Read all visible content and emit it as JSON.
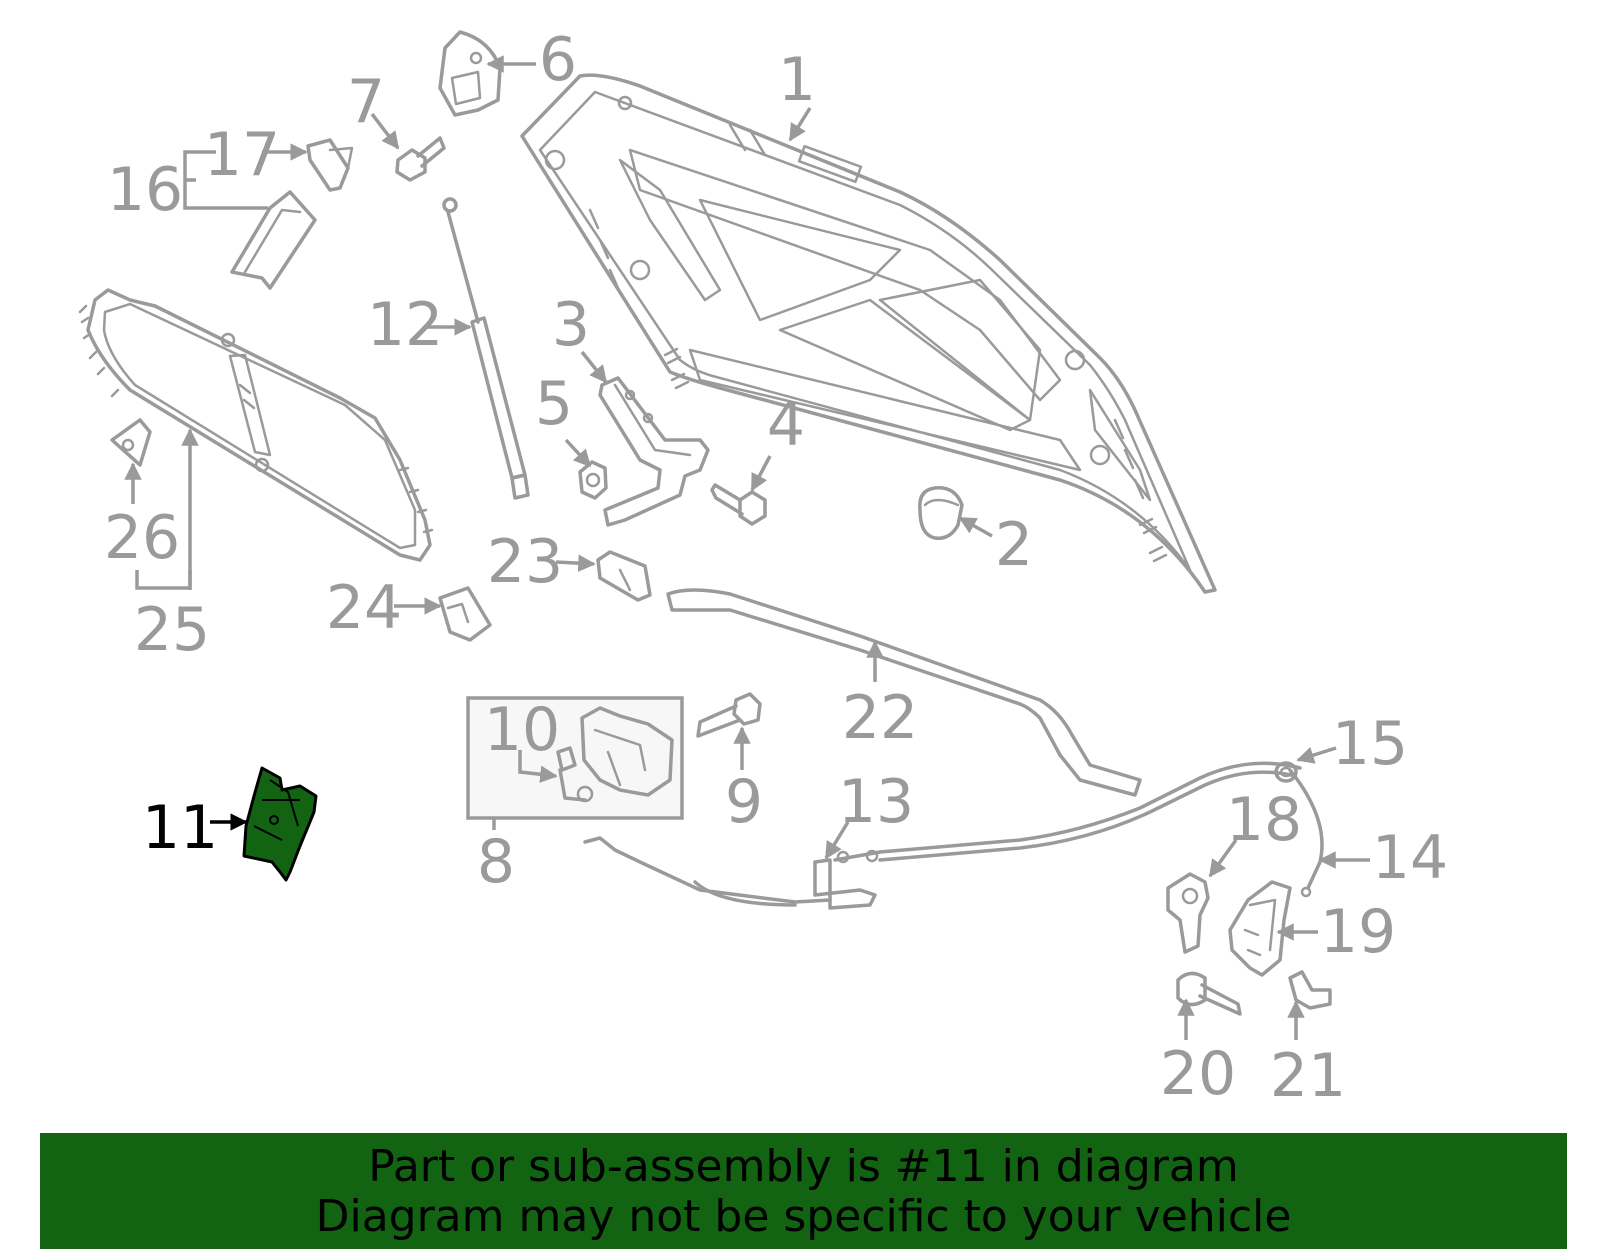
{
  "diagram": {
    "highlight_part": "11",
    "highlight_color": "#136412",
    "line_color": "#9a9a9a",
    "callouts": [
      {
        "id": "c1",
        "label": "1"
      },
      {
        "id": "c2",
        "label": "2"
      },
      {
        "id": "c3",
        "label": "3"
      },
      {
        "id": "c4",
        "label": "4"
      },
      {
        "id": "c5",
        "label": "5"
      },
      {
        "id": "c6",
        "label": "6"
      },
      {
        "id": "c7",
        "label": "7"
      },
      {
        "id": "c8",
        "label": "8"
      },
      {
        "id": "c9",
        "label": "9"
      },
      {
        "id": "c10",
        "label": "10"
      },
      {
        "id": "c11",
        "label": "11"
      },
      {
        "id": "c12",
        "label": "12"
      },
      {
        "id": "c13",
        "label": "13"
      },
      {
        "id": "c14",
        "label": "14"
      },
      {
        "id": "c15",
        "label": "15"
      },
      {
        "id": "c16",
        "label": "16"
      },
      {
        "id": "c17",
        "label": "17"
      },
      {
        "id": "c18",
        "label": "18"
      },
      {
        "id": "c19",
        "label": "19"
      },
      {
        "id": "c20",
        "label": "20"
      },
      {
        "id": "c21",
        "label": "21"
      },
      {
        "id": "c22",
        "label": "22"
      },
      {
        "id": "c23",
        "label": "23"
      },
      {
        "id": "c24",
        "label": "24"
      },
      {
        "id": "c25",
        "label": "25"
      },
      {
        "id": "c26",
        "label": "26"
      }
    ]
  },
  "banner": {
    "line1": "Part or sub-assembly is #11 in diagram",
    "line2": "Diagram may not be specific to your vehicle",
    "background": "#136412"
  }
}
